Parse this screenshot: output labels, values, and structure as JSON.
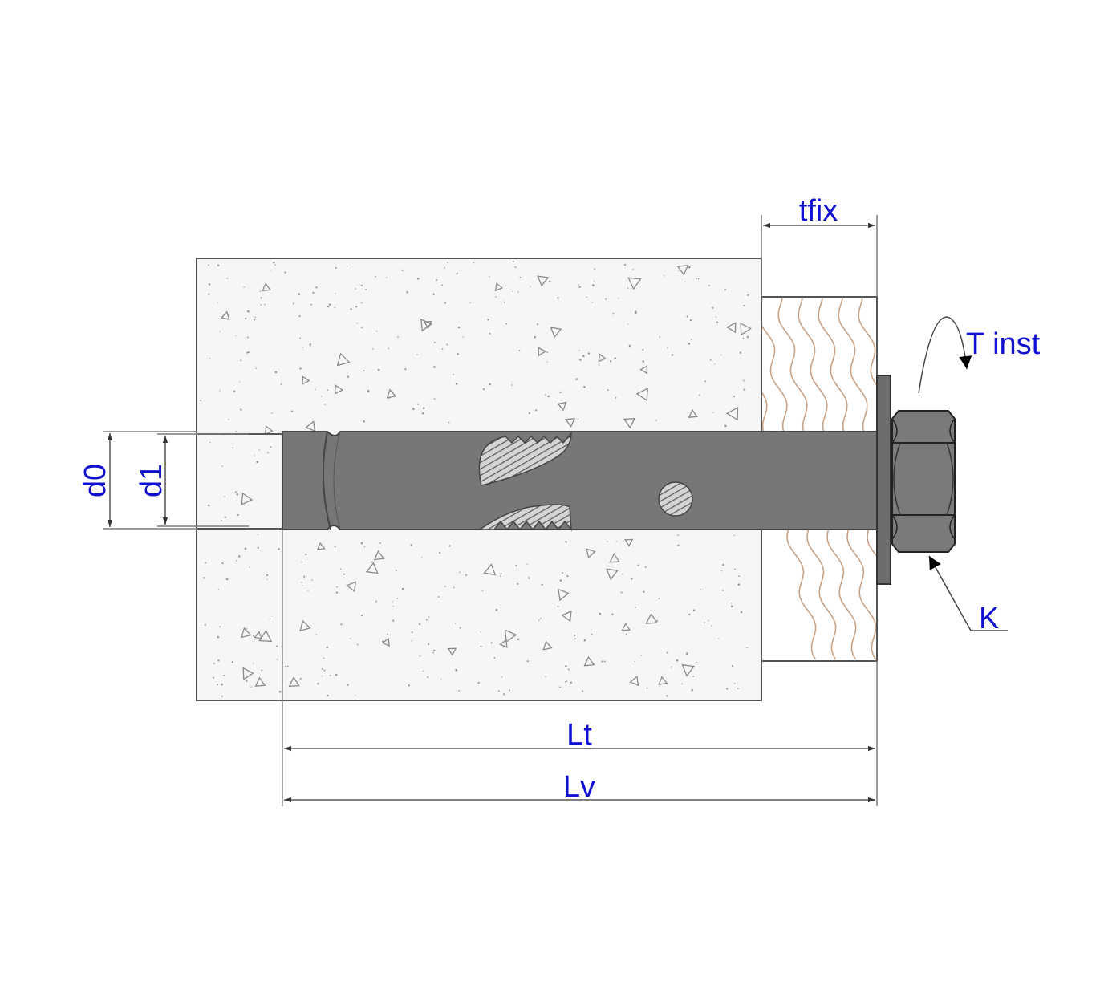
{
  "labels": {
    "tfix": "tfix",
    "t_inst": "T inst",
    "k": "K",
    "d0": "d0",
    "d1": "d1",
    "lt": "Lt",
    "lv": "Lv"
  },
  "colors": {
    "label": "#1010d0",
    "outline": "#555555",
    "dim_line": "#7a7a7a",
    "concrete": "#f6f6f6",
    "speckle": "#9a9a9a",
    "bolt": "#777777",
    "bolt_dark": "#444444",
    "thread": "#d4d4d4",
    "wood_grain": "#c8a285",
    "washer": "#6c6c6c",
    "nut": "#7a7a7a"
  }
}
